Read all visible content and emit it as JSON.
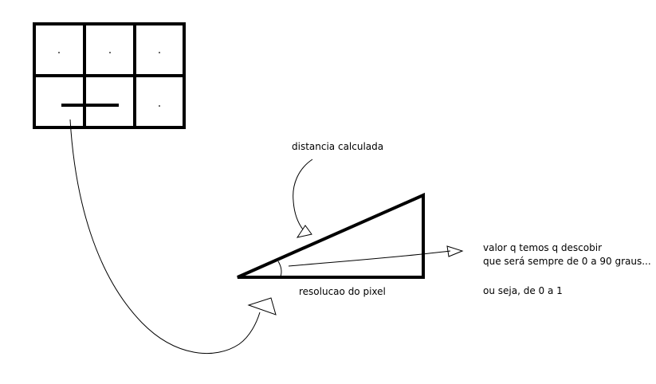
{
  "labels": {
    "calculated_distance": "distancia calculada",
    "pixel_resolution": "resolucao do pixel",
    "unknown_value_line1": "valor q temos q descobir",
    "unknown_value_line2": "que será sempre de 0 a 90 graus...",
    "range_note": "ou seja, de 0 a 1"
  },
  "colors": {
    "ink": "#000000",
    "background": "#ffffff"
  }
}
